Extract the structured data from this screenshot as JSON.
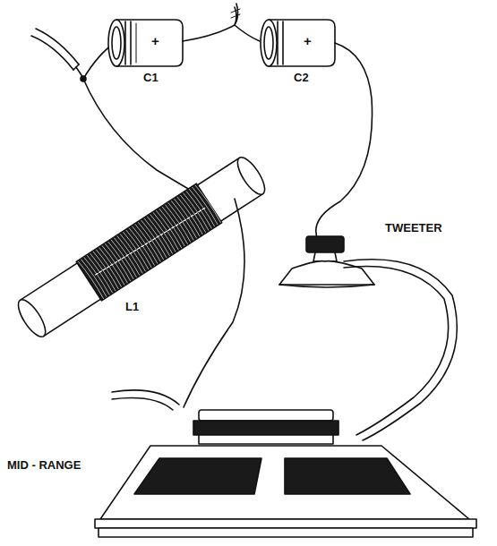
{
  "diagram": {
    "labels": [
      "C1",
      "C2",
      "L1",
      "TWEETER",
      "MID - RANGE",
      "+",
      "+"
    ]
  }
}
